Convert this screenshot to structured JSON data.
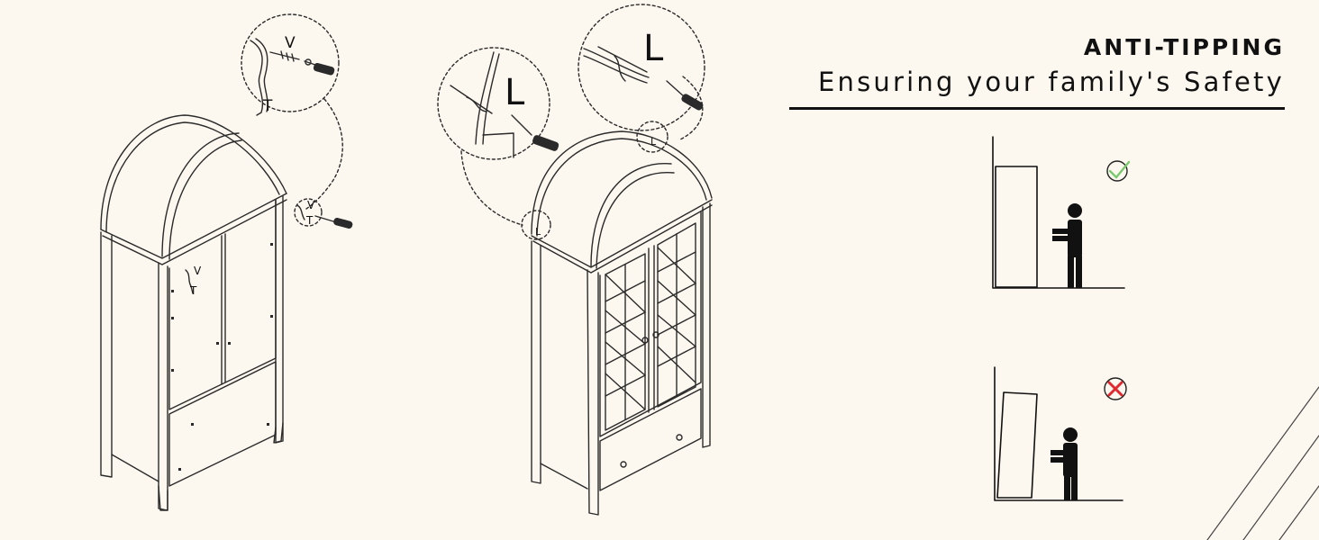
{
  "heading": {
    "title": "ANTI-TIPPING",
    "subtitle": "Ensuring your family's Safety"
  },
  "callout_letters": {
    "bracket_v": "V",
    "bracket_t": "T",
    "bracket_l": "L"
  },
  "status": {
    "correct_icon": "check-circle-icon",
    "wrong_icon": "x-circle-icon",
    "correct_color": "#7bc96f",
    "wrong_color": "#e0282e"
  },
  "colors": {
    "background": "#fdf8ef",
    "line": "#222222"
  }
}
